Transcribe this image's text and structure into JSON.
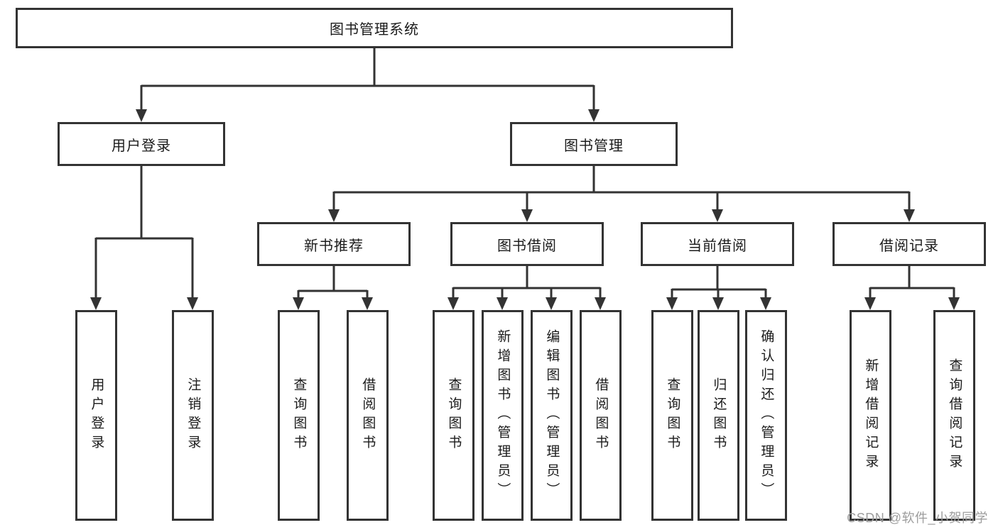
{
  "diagram": {
    "root": "图书管理系统",
    "level2": {
      "user_login": "用户登录",
      "book_management": "图书管理"
    },
    "user_login_children": [
      "用户登录",
      "注销登录"
    ],
    "groups": [
      {
        "label": "新书推荐",
        "children": [
          "查询图书",
          "借阅图书"
        ]
      },
      {
        "label": "图书借阅",
        "children": [
          "查询图书",
          "新增图书（管理员）",
          "编辑图书（管理员）",
          "借阅图书"
        ]
      },
      {
        "label": "当前借阅",
        "children": [
          "查询图书",
          "归还图书",
          "确认归还（管理员）"
        ]
      },
      {
        "label": "借阅记录",
        "children": [
          "新增借阅记录",
          "查询借阅记录"
        ]
      }
    ],
    "line_color": "#333333",
    "watermark": "CSDN @软件_小贺同学"
  }
}
